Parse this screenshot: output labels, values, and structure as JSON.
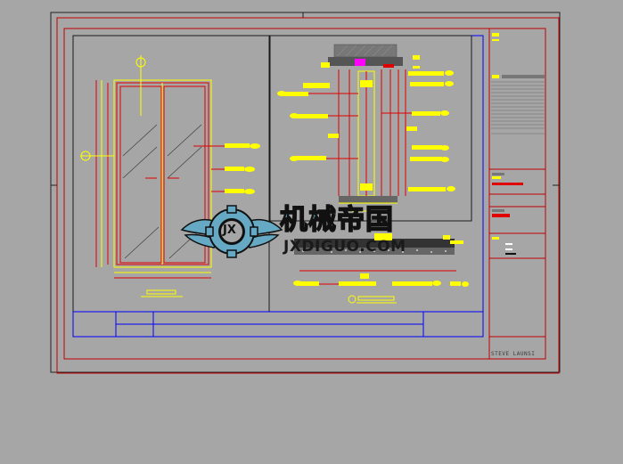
{
  "watermark": {
    "title_cn": "机械帝国",
    "domain": "JXDIGUO.COM",
    "logo_icon": "gear-wings-logo-icon",
    "logo_letters": "JX"
  },
  "title_block": {
    "label": "STEVE LAUNSI"
  },
  "colors": {
    "background": "#a6a6a6",
    "frame_red": "#c00000",
    "frame_dark": "#222222",
    "leader_red": "#e00000",
    "tag_yellow": "#ffff00",
    "section_blue": "#0000ff",
    "hatch_magenta": "#ff00ff",
    "watermark_blue": "#66a9c4"
  }
}
